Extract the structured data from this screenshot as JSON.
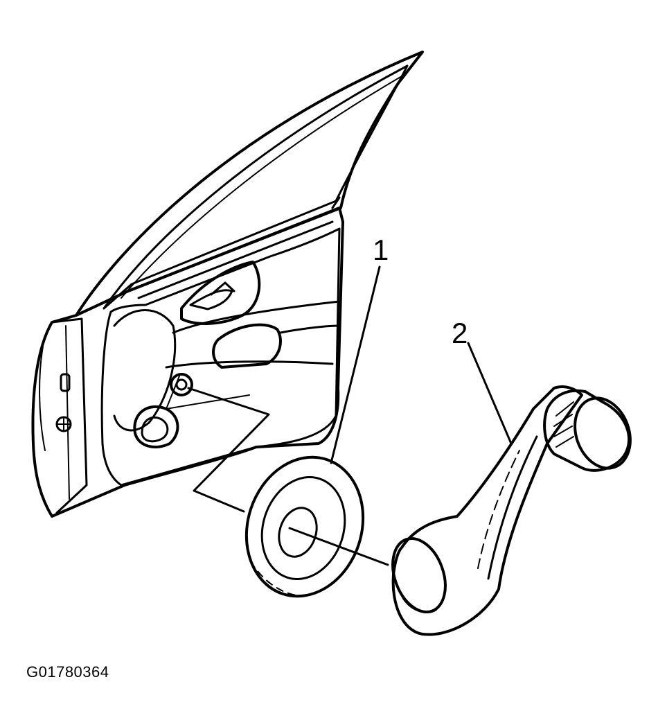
{
  "figure": {
    "callouts": [
      {
        "label": "1",
        "part": "window-handle-bezel"
      },
      {
        "label": "2",
        "part": "window-crank-handle"
      }
    ],
    "figure_id": "G01780364",
    "colors": {
      "ink": "#000000",
      "paper": "#ffffff"
    }
  }
}
